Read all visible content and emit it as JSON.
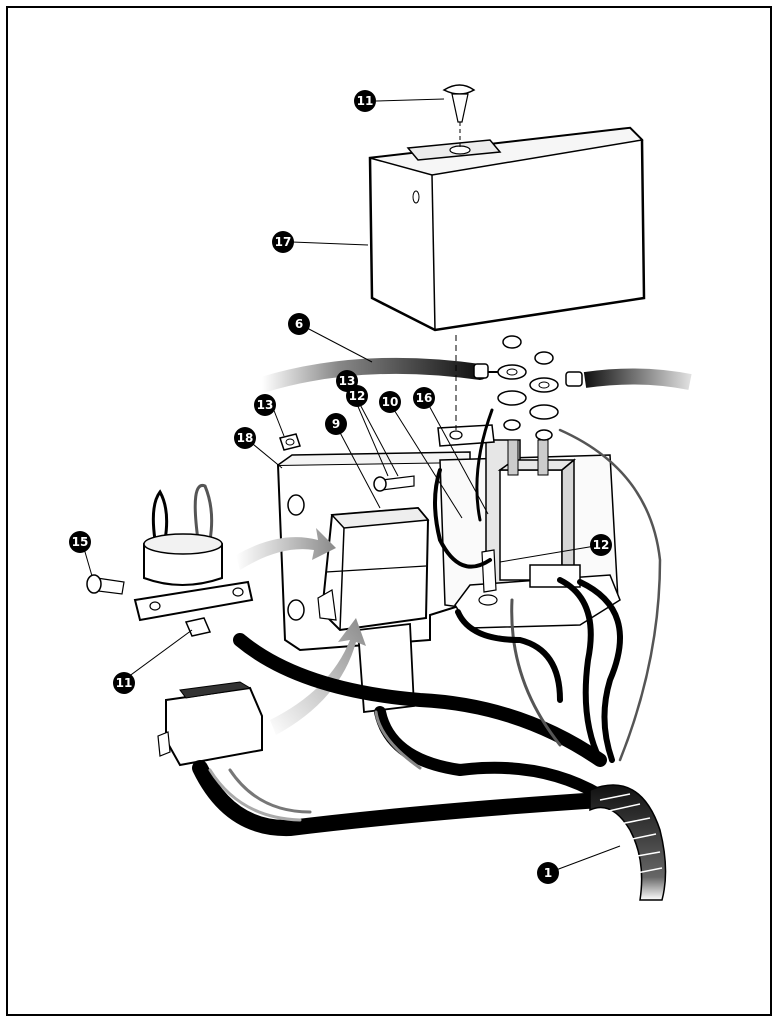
{
  "diagram": {
    "callouts": [
      {
        "id": "c-11-top",
        "number": "11"
      },
      {
        "id": "c-17",
        "number": "17"
      },
      {
        "id": "c-6",
        "number": "6"
      },
      {
        "id": "c-13-a",
        "number": "13"
      },
      {
        "id": "c-12-a",
        "number": "12"
      },
      {
        "id": "c-13-b",
        "number": "13"
      },
      {
        "id": "c-10",
        "number": "10"
      },
      {
        "id": "c-16",
        "number": "16"
      },
      {
        "id": "c-18",
        "number": "18"
      },
      {
        "id": "c-9",
        "number": "9"
      },
      {
        "id": "c-15",
        "number": "15"
      },
      {
        "id": "c-12-b",
        "number": "12"
      },
      {
        "id": "c-11-bottom",
        "number": "11"
      },
      {
        "id": "c-1",
        "number": "1"
      }
    ]
  },
  "colors": {
    "line": "#000000",
    "background": "#ffffff",
    "shade_light": "#e6e6e6",
    "shade_mid": "#bdbdbd",
    "arrow": "#9a9a9a"
  }
}
